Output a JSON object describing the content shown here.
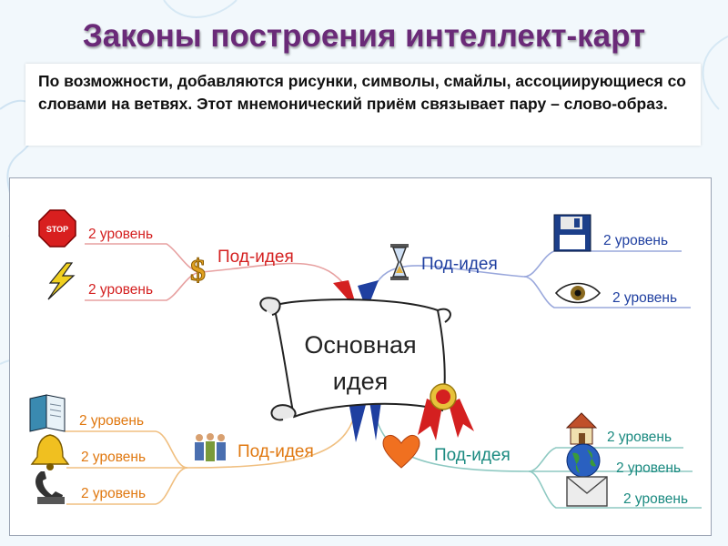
{
  "slide": {
    "title": "Законы построения интеллект-карт",
    "body": "По возможности, добавляются рисунки, символы, смайлы, ассоциирующиеся со словами на ветвях. Этот мнемонический приём связывает пару – слово-образ."
  },
  "mindmap": {
    "center": {
      "line1": "Основная",
      "line2": "идея"
    },
    "branches": [
      {
        "label": "Под-идея",
        "color": "#d42020",
        "icon": "dollar-icon",
        "levels": [
          {
            "label": "2 уровень",
            "icon": "stop-sign-icon"
          },
          {
            "label": "2 уровень",
            "icon": "lightning-icon"
          }
        ]
      },
      {
        "label": "Под-идея",
        "color": "#1f3fa0",
        "icon": "hourglass-icon",
        "levels": [
          {
            "label": "2 уровень",
            "icon": "floppy-disk-icon"
          },
          {
            "label": "2 уровень",
            "icon": "eye-icon"
          }
        ]
      },
      {
        "label": "Под-идея",
        "color": "#e07810",
        "icon": "people-icon",
        "levels": [
          {
            "label": "2 уровень",
            "icon": "book-icon"
          },
          {
            "label": "2 уровень",
            "icon": "bell-icon"
          },
          {
            "label": "2 уровень",
            "icon": "telephone-icon"
          }
        ]
      },
      {
        "label": "Под-идея",
        "color": "#1a8a80",
        "icon": "heart-icon",
        "levels": [
          {
            "label": "2 уровень",
            "icon": "house-icon"
          },
          {
            "label": "2 уровень",
            "icon": "globe-icon"
          },
          {
            "label": "2 уровень",
            "icon": "envelope-icon"
          }
        ]
      }
    ]
  }
}
